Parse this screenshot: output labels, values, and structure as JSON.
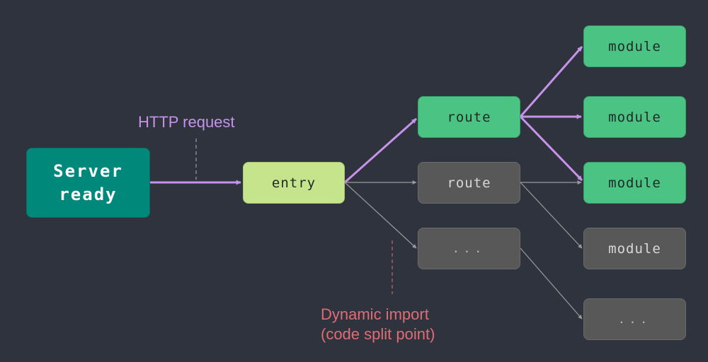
{
  "nodes": {
    "server": "Server\nready",
    "entry": "entry",
    "route_active": "route",
    "route_inactive": "route",
    "dots_inactive_1": "...",
    "module_active_1": "module",
    "module_active_2": "module",
    "module_active_3": "module",
    "module_inactive": "module",
    "dots_inactive_2": "..."
  },
  "labels": {
    "http_request": "HTTP request",
    "dynamic_import_line1": "Dynamic import",
    "dynamic_import_line2": "(code split point)"
  },
  "colors": {
    "background": "#2f333d",
    "active_arrow": "#c792ea",
    "inactive_arrow": "#9a9a9a",
    "http_label": "#c792ea",
    "dynamic_label": "#e06c75",
    "server_node": "#00897b",
    "entry_node": "#c6e48b",
    "active_node": "#4bc383",
    "inactive_node": "#585858"
  }
}
